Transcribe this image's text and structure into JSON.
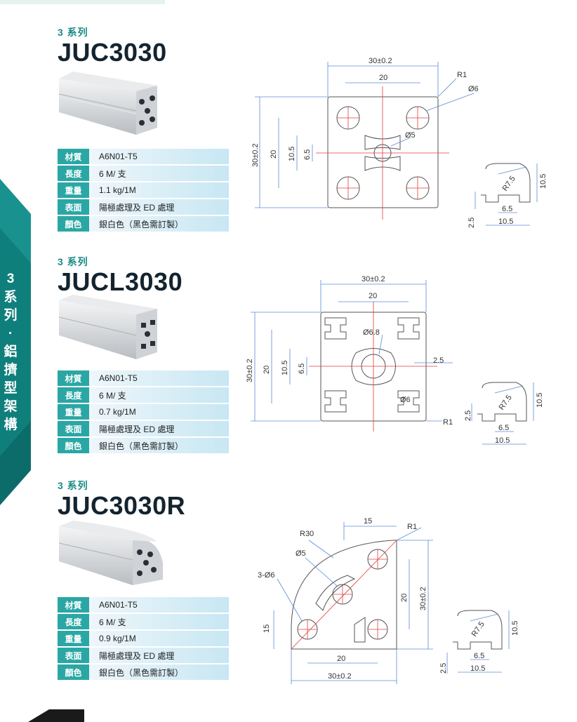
{
  "sidebar": {
    "label_chars": [
      "3",
      "系",
      "列",
      "·",
      "鋁",
      "擠",
      "型",
      "架",
      "構"
    ]
  },
  "spec_keys": [
    "材質",
    "長度",
    "重量",
    "表面",
    "顏色"
  ],
  "sections": [
    {
      "series": "3 系列",
      "model": "JUC3030",
      "specs": [
        "A6N01-T5",
        "6 M/ 支",
        "1.1 kg/1M",
        "陽極處理及 ED 處理",
        "銀白色（黑色需訂製）"
      ],
      "dims": {
        "outer": "30±0.2",
        "inner": "20",
        "d1": "10.5",
        "d2": "6.5",
        "r": "R1",
        "hole": "Ø6",
        "center": "Ø5"
      },
      "slot": {
        "r": "R7.5",
        "h": "10.5",
        "gap": "2.5",
        "w1": "6.5",
        "w2": "10.5"
      }
    },
    {
      "series": "3 系列",
      "model": "JUCL3030",
      "specs": [
        "A6N01-T5",
        "6 M/ 支",
        "0.7 kg/1M",
        "陽極處理及 ED 處理",
        "銀白色（黑色需訂製）"
      ],
      "dims": {
        "outer": "30±0.2",
        "inner": "20",
        "d1": "10.5",
        "d2": "6.5",
        "r": "R1",
        "center": "Ø6.8",
        "hole": "Ø6",
        "wall": "2.5"
      },
      "slot": {
        "r": "R7.5",
        "h": "10.5",
        "gap": "2.5",
        "w1": "6.5",
        "w2": "10.5"
      }
    },
    {
      "series": "3 系列",
      "model": "JUC3030R",
      "specs": [
        "A6N01-T5",
        "6 M/ 支",
        "0.9 kg/1M",
        "陽極處理及 ED 處理",
        "銀白色（黑色需訂製）"
      ],
      "dims": {
        "top": "15",
        "r1": "R1",
        "r30": "R30",
        "center": "Ø5",
        "holes": "3-Ø6",
        "left": "15",
        "inner": "20",
        "outer": "30±0.2"
      },
      "slot": {
        "r": "R7.5",
        "h": "10.5",
        "gap": "2.5",
        "w1": "6.5",
        "w2": "10.5"
      }
    }
  ]
}
